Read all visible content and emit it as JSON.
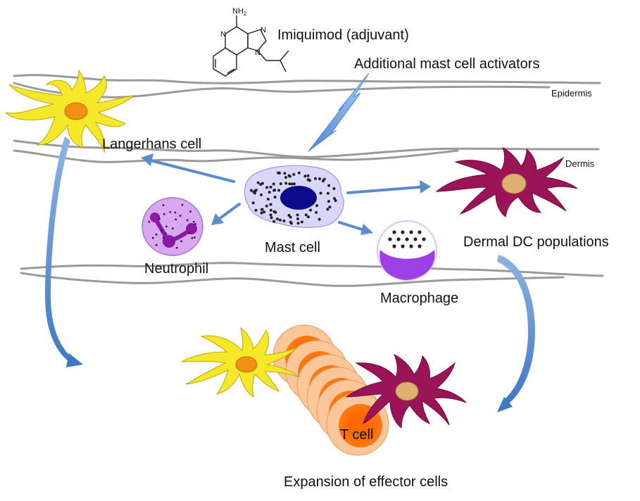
{
  "labels": {
    "imiquimod": "Imiquimod (adjuvant)",
    "activators": "Additional mast cell activators",
    "epidermis": "Epidermis",
    "dermis": "Dermis",
    "langerhans": "Langerhans cell",
    "mast_cell": "Mast cell",
    "neutrophil": "Neutrophil",
    "macrophage": "Macrophage",
    "dermal_dc": "Dermal DC populations",
    "t_cell": "T cell",
    "expansion": "Expansion of effector cells"
  },
  "chem_atoms": {
    "nh2": "NH",
    "nh2_sub": "2",
    "n1": "N",
    "n2": "N",
    "n3": "N"
  },
  "colors": {
    "yellow_cell": "#f5e829",
    "yellow_nucleus": "#f0920f",
    "magenta_cell": "#9b1457",
    "magenta_nucleus": "#dfb170",
    "mast_body": "#d8d6fa",
    "mast_nucleus": "#0a0a8c",
    "neutrophil_body": "#d7a7ef",
    "neutrophil_nucleus": "#8a1aa3",
    "macrophage_nucleus": "#9d3fe6",
    "tcell_outer": "#fbc79a",
    "tcell_inner": "#ff6a00",
    "arrow_blue": "#5b8cc9",
    "membrane_gray": "#9a9a9a"
  }
}
